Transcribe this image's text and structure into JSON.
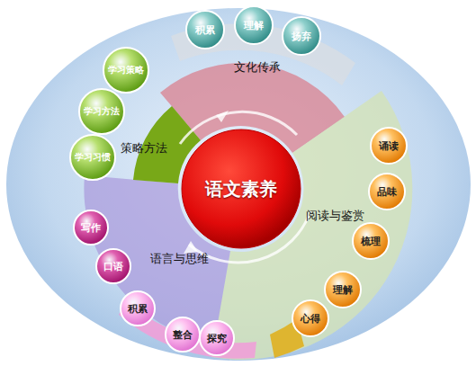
{
  "diagram": {
    "nodes": [
      {
        "text": [
          "积累"
        ]
      },
      {
        "text": [
          "理解"
        ]
      },
      {
        "text": [
          "扬弃"
        ]
      },
      {
        "text": [
          "学习策略"
        ]
      },
      {
        "text": [
          "学习方法"
        ]
      },
      {
        "text": [
          "学习习惯"
        ]
      },
      {
        "text": [
          "语文素养"
        ]
      },
      {
        "text": [
          "诵读"
        ]
      },
      {
        "text": [
          "品味"
        ]
      },
      {
        "text": [
          "梳理"
        ]
      },
      {
        "text": [
          "理解"
        ]
      },
      {
        "text": [
          "心得"
        ]
      },
      {
        "text": [
          "写作"
        ]
      },
      {
        "text": [
          "口语"
        ]
      },
      {
        "text": [
          "积累"
        ]
      },
      {
        "text": [
          "整合"
        ]
      },
      {
        "text": [
          "探究"
        ]
      }
    ],
    "labels": [
      "文化传承",
      "策略方法",
      "阅读与鉴赏",
      "语言与思维"
    ]
  }
}
